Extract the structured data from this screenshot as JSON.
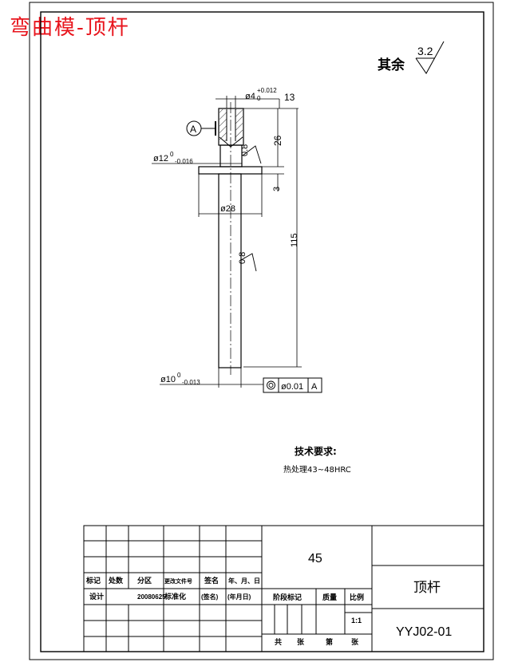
{
  "corner_title": "弯曲模-顶杆",
  "roughness_general": {
    "label": "其余",
    "value": "3.2"
  },
  "dimensions": {
    "bore_dia": "ø4",
    "bore_tol_upper": "+0.012",
    "bore_tol_lower": "0",
    "bore_depth": "13",
    "head_length": "26",
    "neck_dia": "ø12",
    "neck_tol_upper": "0",
    "neck_tol_lower": "-0.016",
    "flange_thickness": "3",
    "flange_dia": "ø28",
    "total_length": "115",
    "shaft_dia": "ø10",
    "shaft_tol_upper": "0",
    "shaft_tol_lower": "-0.013"
  },
  "surface_roughness": {
    "upper": "0.8",
    "shaft": "0.8"
  },
  "datum": {
    "label": "A"
  },
  "geometric_tolerance": {
    "symbol": "concentricity",
    "value": "ø0.01",
    "datum": "A"
  },
  "tech_requirements": {
    "title": "技术要求:",
    "item1": "热处理43~48HRC"
  },
  "title_block": {
    "material": "45",
    "part_name": "顶杆",
    "drawing_no": "YYJ02-01",
    "scale_value": "1:1",
    "h_mark": "标记",
    "h_count": "处数",
    "h_zone": "分区",
    "h_change_doc": "更改文件号",
    "h_sign": "签名",
    "h_date": "年、月、日",
    "r_design": "设计",
    "r_design_date": "20080625",
    "r_standard": "标准化",
    "r_sign_paren": "(签名)",
    "r_date_paren": "(年月日)",
    "h_stage_mark": "阶段标记",
    "h_weight": "质量",
    "h_scale": "比例",
    "f_total": "共",
    "f_sheets1": "张",
    "f_sheet_no": "第",
    "f_sheets2": "张"
  }
}
